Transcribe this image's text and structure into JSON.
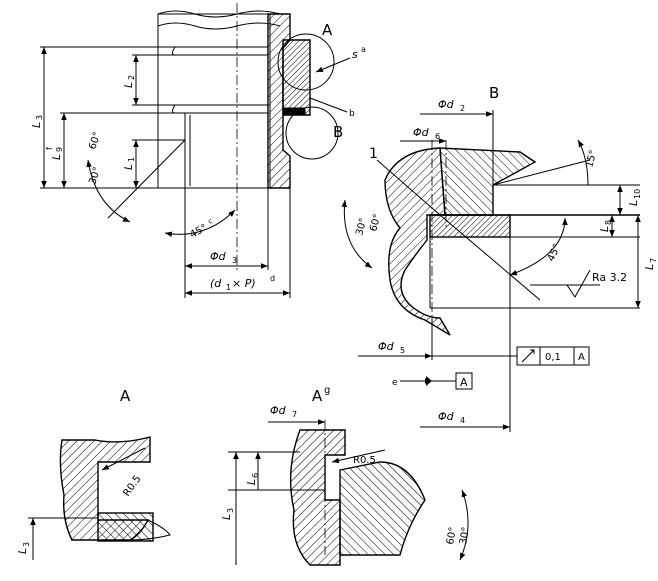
{
  "views": {
    "A_callout": "A",
    "B_callout": "B",
    "detail_A_title": "A",
    "detail_Ag_title": "A",
    "detail_Ag_sup": "g",
    "detail_B_title": "B"
  },
  "main": {
    "L3": "L",
    "L3_sub": "3",
    "L9": "L",
    "L9_sub": "9",
    "L9_sup": "f",
    "L2": "L",
    "L2_sub": "2",
    "L1": "L",
    "L1_sub": "1",
    "ang60": "60°",
    "ang30": "30°",
    "ang45c": "45°",
    "ang45c_sup": "c",
    "s": "s",
    "s_sup": "a",
    "b": "b",
    "phi_d3": "Φd",
    "phi_d3_sub": "3",
    "d1P": "(d",
    "d1P_sub": "1",
    "d1P_tail": " × P)",
    "d1P_sup": "d"
  },
  "detailB": {
    "phi_d2": "Φd",
    "phi_d2_sub": "2",
    "phi_d6": "Φd",
    "phi_d6_sub": "6",
    "phi_d5": "Φd",
    "phi_d5_sub": "5",
    "phi_d4": "Φd",
    "phi_d4_sub": "4",
    "item1": "1",
    "ang15": "15°",
    "ang30": "30°",
    "ang60": "60°",
    "ang45": "45°",
    "L10": "L",
    "L10_sub": "10",
    "L8": "L",
    "L8_sub": "8",
    "L7": "L",
    "L7_sub": "7",
    "roughness": "Ra 3.2",
    "tol_value": "0,1",
    "tol_datum": "A",
    "datum_label": "A",
    "e_label": "e"
  },
  "detailA": {
    "R": "R0.5",
    "L3": "L",
    "L3_sub": "3"
  },
  "detailAg": {
    "phi_d7": "Φd",
    "phi_d7_sub": "7",
    "R": "R0.5",
    "L6": "L",
    "L6_sub": "6",
    "L3": "L",
    "L3_sub": "3",
    "ang60": "60°",
    "ang30": "30°"
  }
}
